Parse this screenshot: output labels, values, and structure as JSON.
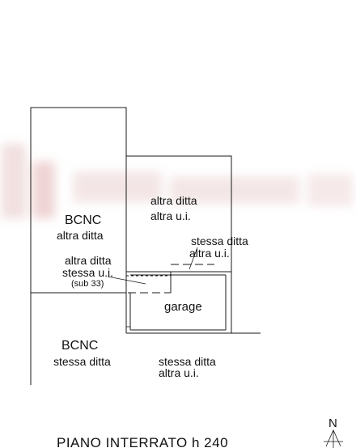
{
  "plan": {
    "title": "PIANO INTERRATO  h 240",
    "north_label": "N",
    "watermark_color": "#d9a0a0",
    "labels": {
      "bcnc_top": "BCNC",
      "bcnc_top_sub": "altra ditta",
      "upper_right_1": "altra ditta",
      "upper_right_2": "altra u.i.",
      "mid_right_1": "stessa ditta",
      "mid_right_2": "altra u.i.",
      "mid_left_1": "altra ditta",
      "mid_left_2": "stessa u.i.",
      "mid_left_3": "(sub 33)",
      "garage": "garage",
      "bcnc_bottom": "BCNC",
      "bcnc_bottom_sub": "stessa ditta",
      "lower_right_1": "stessa ditta",
      "lower_right_2": "altra u.i."
    }
  }
}
